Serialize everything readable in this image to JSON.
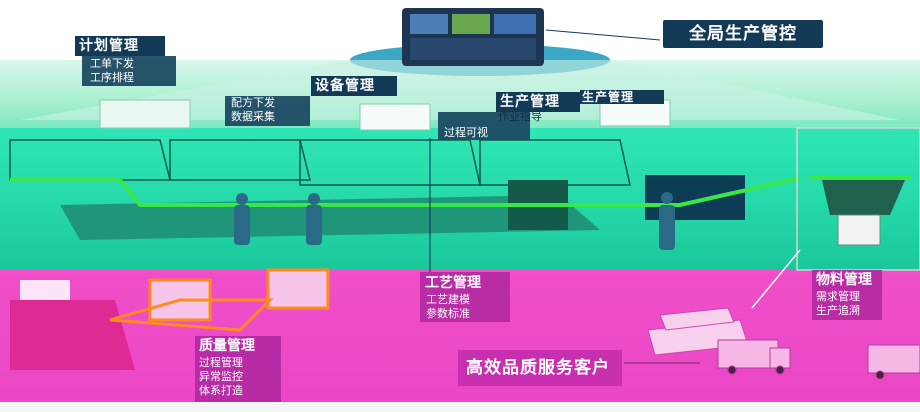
{
  "top": {
    "label": "全局生产管控"
  },
  "labels": {
    "plan": {
      "title": "计划管理",
      "items": [
        "工单下发",
        "工序排程"
      ]
    },
    "equipment": {
      "title": "设备管理",
      "items": [
        "配方下发",
        "数据采集"
      ]
    },
    "production": {
      "title": "生产管理",
      "items": [
        "作业指导",
        "过程可视"
      ]
    },
    "extra": {
      "title": "生产管理"
    },
    "process": {
      "title": "工艺管理",
      "items": [
        "工艺建模",
        "参数标准"
      ]
    },
    "quality": {
      "title": "质量管理",
      "items": [
        "过程管理",
        "异常监控",
        "体系打造"
      ]
    },
    "material": {
      "title": "物料管理",
      "items": [
        "需求管理",
        "生产追溯"
      ]
    },
    "service": {
      "title": "高效品质服务客户"
    }
  },
  "colors": {
    "navy": "#123a57",
    "green": "#2fe6b4",
    "magenta": "#ea46c6",
    "orange": "#ff8a1e"
  }
}
